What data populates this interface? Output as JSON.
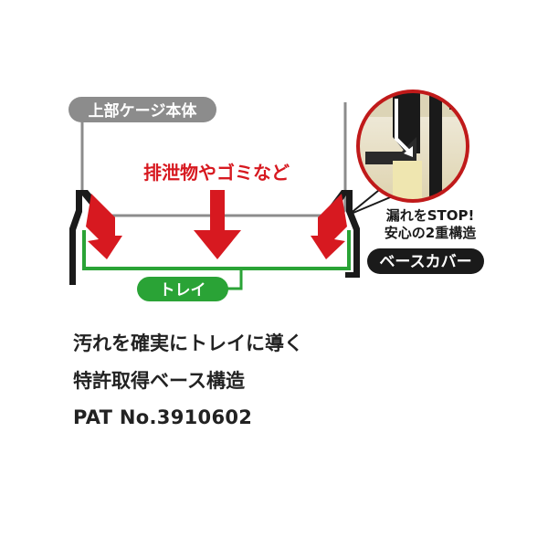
{
  "diagram": {
    "cage_label": "上部ケージ本体",
    "waste_label": "排泄物やゴミなど",
    "tray_label": "トレイ",
    "stop_line1": "漏れをSTOP!",
    "stop_line2": "安心の2重構造",
    "cover_label": "ベースカバー",
    "colors": {
      "cage": "#8c8c8c",
      "arrow": "#d71920",
      "tray": "#2aa336",
      "cover": "#1a1a1a",
      "waste_text": "#d71920"
    }
  },
  "captions": {
    "line1": "汚れを確実にトレイに導く",
    "line2": "特許取得ベース構造",
    "line3": "PAT No.3910602"
  }
}
